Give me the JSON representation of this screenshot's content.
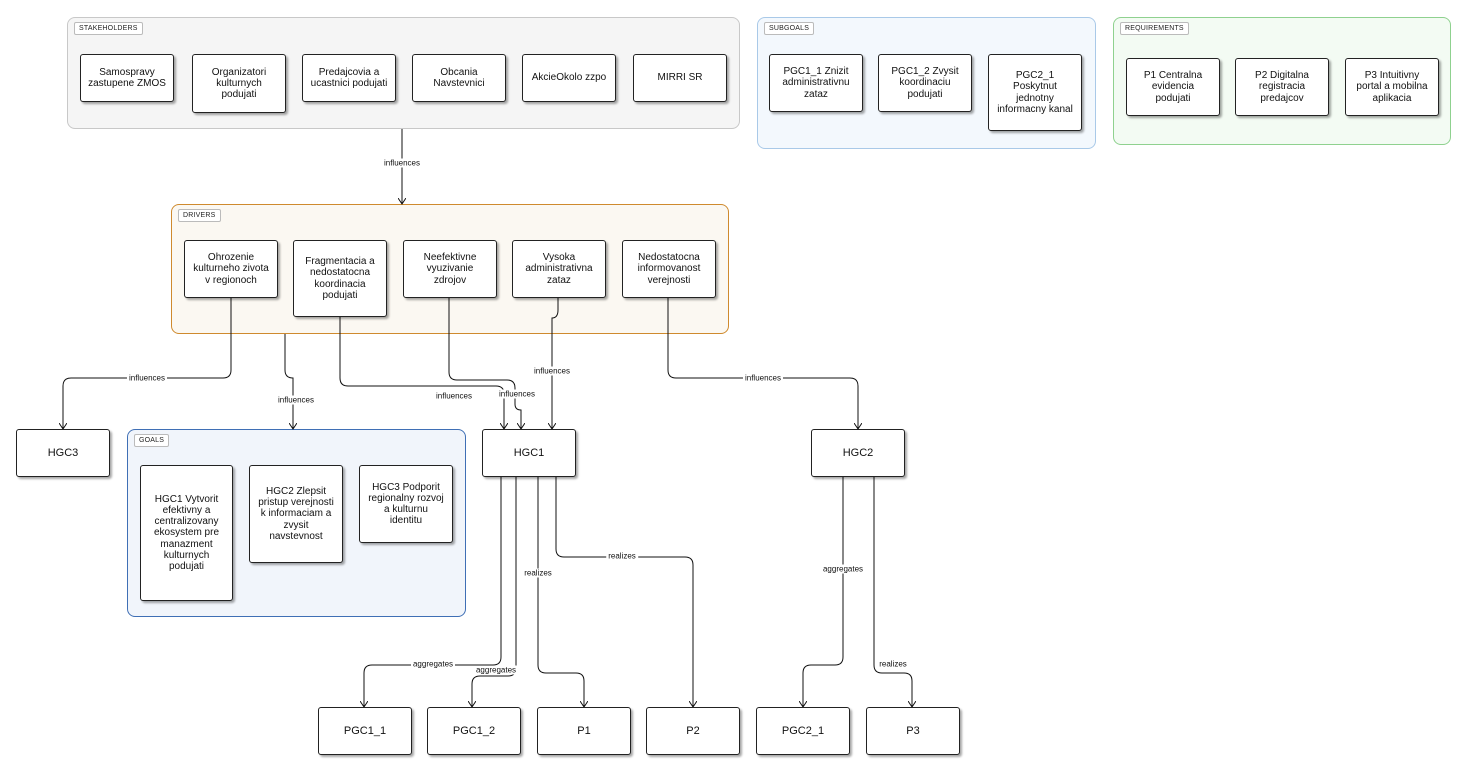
{
  "groups": {
    "stakeholders": {
      "label": "STAKEHOLDERS",
      "border": "#c8c8c8",
      "fill": "#f5f5f5"
    },
    "subgoals": {
      "label": "SUBGOALS",
      "border": "#a9c9e8",
      "fill": "#f3f8fd"
    },
    "requirements": {
      "label": "REQUIREMENTS",
      "border": "#8fd18f",
      "fill": "#f3fbf3"
    },
    "drivers": {
      "label": "DRIVERS",
      "border": "#cf8a2e",
      "fill": "#fbf8f2"
    },
    "goals": {
      "label": "GOALS",
      "border": "#3f6fb5",
      "fill": "#f1f5fb"
    }
  },
  "stakeholders": [
    "Samospravy\nzastupene ZMOS",
    "Organizatori\nkulturnych\npodujati",
    "Predajcovia a\nucastnici podujati",
    "Obcania\nNavstevnici",
    "AkcieOkolo zzpo",
    "MIRRI SR"
  ],
  "subgoals": [
    "PGC1_1 Znizit\nadministrativnu\nzataz",
    "PGC1_2 Zvysit\nkoordinaciu\npodujati",
    "PGC2_1\nPoskytnut\njednotny\ninformacny kanal"
  ],
  "requirements": [
    "P1 Centralna\nevidencia\npodujati",
    "P2 Digitalna\nregistracia\npredajcov",
    "P3 Intuitivny\nportal a mobilna\naplikacia"
  ],
  "drivers": [
    "Ohrozenie\nkulturneho zivota\nv regionoch",
    "Fragmentacia a\nnedostatocna\nkoordinacia\npodujati",
    "Neefektivne\nvyuzivanie\nzdrojov",
    "Vysoka\nadministrativna\nzataz",
    "Nedostatocna\ninformovanost\nverejnosti"
  ],
  "goals": [
    "HGC1 Vytvorit\nefektivny a\ncentralizovany\nekosystem pre\nmanazment\nkulturnych\npodujati",
    "HGC2 Zlepsit\npristup verejnosti\nk informaciam a\nzvysit\nnavstevnost",
    "HGC3 Podporit\nregionalny rozvoj\na kulturnu\nidentitu"
  ],
  "hubs": {
    "hgc3": "HGC3",
    "hgc1": "HGC1",
    "hgc2": "HGC2"
  },
  "leaves": {
    "pgc1_1": "PGC1_1",
    "pgc1_2": "PGC1_2",
    "p1": "P1",
    "p2": "P2",
    "pgc2_1": "PGC2_1",
    "p3": "P3"
  },
  "edge_labels": {
    "stake_drivers": "influences",
    "d1_hgc3": "influences",
    "drivers_goals": "influences",
    "d2_hgc1": "influences",
    "d3_hgc1": "influences",
    "d4_hgc1": "influences",
    "d5_hgc2": "influences",
    "hgc1_pgc1_1": "aggregates",
    "hgc1_pgc1_2": "aggregates",
    "hgc1_p1": "realizes",
    "hgc1_p2": "realizes",
    "hgc2_pgc2_1": "aggregates",
    "hgc2_p3": "realizes"
  },
  "colors": {
    "edge": "#111111"
  }
}
